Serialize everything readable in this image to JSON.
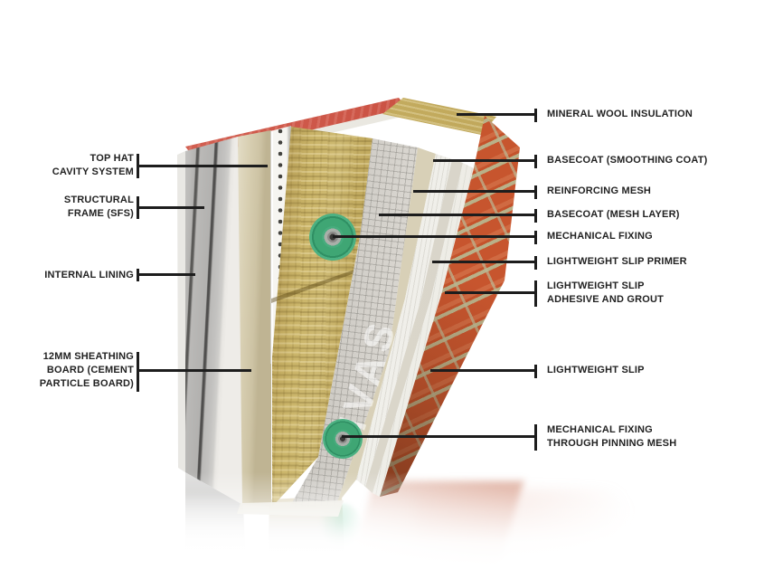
{
  "diagram": {
    "watermark": "IVAS",
    "colors": {
      "background": "#ffffff",
      "leader_line": "#1d1d1d",
      "label_text": "#222222",
      "fixing_green": "#3fa674",
      "brick_red": "#c7552e",
      "mortar": "#b9b189",
      "mineral_wool": "#c9b267",
      "top_cap_red": "#c94f40",
      "lining_grey": "#bcbbb9",
      "basecoat_grey": "#cac7c1",
      "sheathing_cream": "#d8cfb2"
    }
  },
  "labels_left": [
    {
      "id": "top-hat-cavity-system",
      "lines": [
        "TOP HAT",
        "CAVITY SYSTEM"
      ]
    },
    {
      "id": "structural-frame-sfs",
      "lines": [
        "STRUCTURAL",
        "FRAME (SFS)"
      ]
    },
    {
      "id": "internal-lining",
      "lines": [
        "INTERNAL LINING"
      ]
    },
    {
      "id": "sheathing-board",
      "lines": [
        "12MM SHEATHING",
        "BOARD (CEMENT",
        "PARTICLE BOARD)"
      ]
    }
  ],
  "labels_right": [
    {
      "id": "mineral-wool-insulation",
      "lines": [
        "MINERAL WOOL INSULATION"
      ]
    },
    {
      "id": "basecoat-smoothing-coat",
      "lines": [
        "BASECOAT (SMOOTHING COAT)"
      ]
    },
    {
      "id": "reinforcing-mesh",
      "lines": [
        "REINFORCING MESH"
      ]
    },
    {
      "id": "basecoat-mesh-layer",
      "lines": [
        "BASECOAT (MESH LAYER)"
      ]
    },
    {
      "id": "mechanical-fixing",
      "lines": [
        "MECHANICAL FIXING"
      ]
    },
    {
      "id": "lightweight-slip-primer",
      "lines": [
        "LIGHTWEIGHT SLIP PRIMER"
      ]
    },
    {
      "id": "lightweight-slip-adhesive-grout",
      "lines": [
        "LIGHTWEIGHT SLIP",
        "ADHESIVE AND GROUT"
      ]
    },
    {
      "id": "lightweight-slip",
      "lines": [
        "LIGHTWEIGHT SLIP"
      ]
    },
    {
      "id": "mechanical-fixing-pinning-mesh",
      "lines": [
        "MECHANICAL FIXING",
        "THROUGH PINNING MESH"
      ]
    }
  ]
}
